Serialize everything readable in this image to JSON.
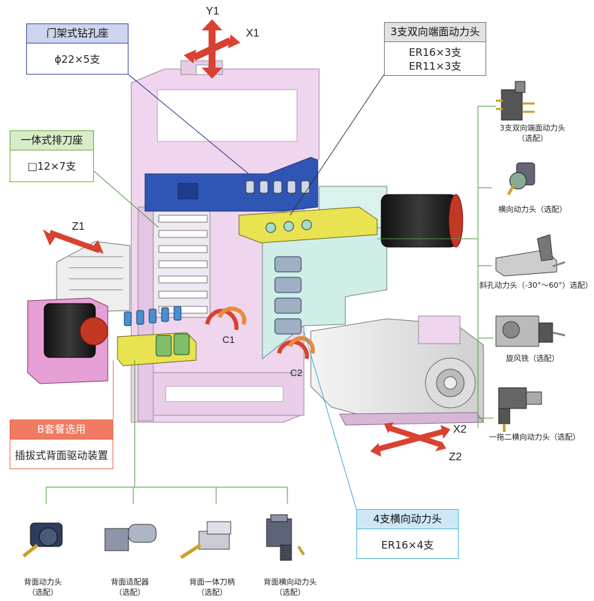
{
  "colors": {
    "blue_box": "#3a4a9e",
    "green_box": "#6aae3a",
    "gray_box": "#7a7a7a",
    "red_box": "#e86a50",
    "cyan_box": "#4bb4de",
    "arrow_red": "#d94131",
    "lilac": "#efd6ee",
    "mint": "#cfeee8"
  },
  "callouts": {
    "gantry": {
      "title": "门架式钻孔座",
      "value": "ϕ22×5支"
    },
    "gang": {
      "title": "一体式排刀座",
      "value": "□12×7支"
    },
    "face": {
      "title": "3支双向端面动力头",
      "values": [
        "ER16×3支",
        "ER11×3支"
      ]
    },
    "bset": {
      "title": "B套餐选用",
      "value": "插拔式背面驱动装置"
    },
    "cross": {
      "title": "4支横向动力头",
      "value": "ER16×4支"
    }
  },
  "axes": {
    "y1": "Y1",
    "x1": "X1",
    "z1": "Z1",
    "c1": "C1",
    "c2": "C2",
    "x2": "X2",
    "z2": "Z2"
  },
  "side_options": [
    {
      "name": "3支双向端面动力头",
      "note": "（选配）",
      "icon": "face-head-icon"
    },
    {
      "name": "横向动力头（选配）",
      "note": "",
      "icon": "cross-head-icon"
    },
    {
      "name": "斜孔动力头（-30°～60°）选配）",
      "note": "",
      "icon": "angle-head-icon"
    },
    {
      "name": "旋风铣（选配）",
      "note": "",
      "icon": "whirl-mill-icon"
    },
    {
      "name": "一拖二横向动力头（选配）",
      "note": "",
      "icon": "dual-cross-icon"
    }
  ],
  "bottom_options": [
    {
      "name": "背面动力头",
      "note": "（选配）",
      "icon": "back-head-icon"
    },
    {
      "name": "背面适配器",
      "note": "（选配）",
      "icon": "back-adapter-icon"
    },
    {
      "name": "背面一体刀柄",
      "note": "（选配）",
      "icon": "back-holder-icon"
    },
    {
      "name": "背面横向动力头",
      "note": "（选配）",
      "icon": "back-cross-icon"
    }
  ]
}
